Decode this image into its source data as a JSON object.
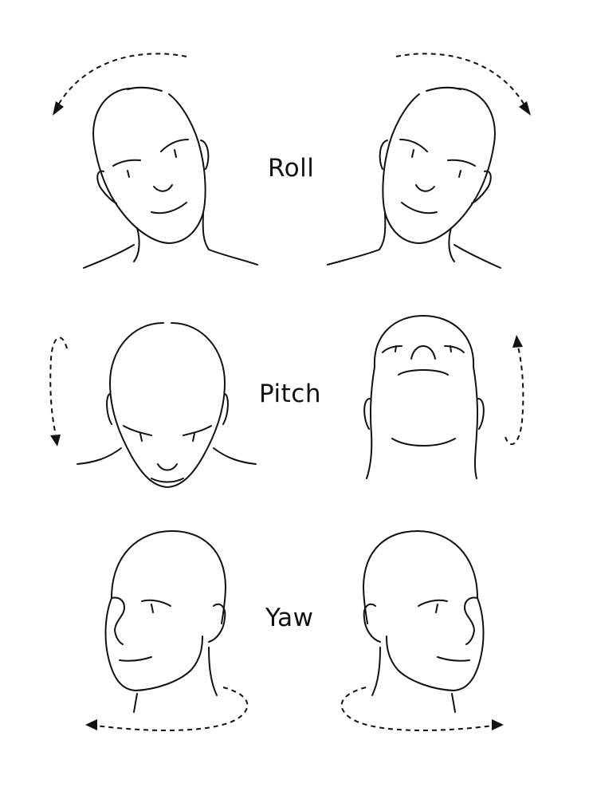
{
  "labels": {
    "roll": "Roll",
    "pitch": "Pitch",
    "yaw": "Yaw"
  },
  "colors": {
    "ink": "#111111",
    "background": "#ffffff"
  }
}
